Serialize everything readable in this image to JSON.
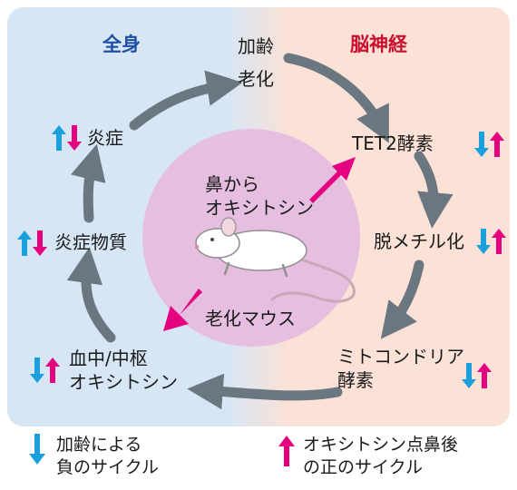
{
  "regions": {
    "left_title": "全身",
    "right_title": "脳神経"
  },
  "cycle": {
    "aging_line1": "加齢",
    "aging_line2": "老化",
    "tet2": "TET2酵素",
    "demethylation": "脱メチル化",
    "mito_line1": "ミトコンドリア",
    "mito_line2": "酵素",
    "oxytocin_line1": "血中/中枢",
    "oxytocin_line2": "オキシトシン",
    "inflam_substance": "炎症物質",
    "inflammation": "炎症"
  },
  "center": {
    "nasal_line1": "鼻から",
    "nasal_line2": "オキシトシン",
    "mouse_label": "老化マウス"
  },
  "legend": {
    "down_line1": "加齢による",
    "down_line2": "負のサイクル",
    "up_line1": "オキシトシン点鼻後",
    "up_line2": "の正のサイクル"
  },
  "colors": {
    "left_bg": "#d7e6f5",
    "right_bg": "#fbe1d6",
    "circle": "#e6bfe0",
    "cycle_arrow": "#6b7780",
    "magenta": "#e4007f",
    "cyan": "#1aa0dc",
    "left_title": "#1f4fa3",
    "right_title": "#c8102e"
  }
}
